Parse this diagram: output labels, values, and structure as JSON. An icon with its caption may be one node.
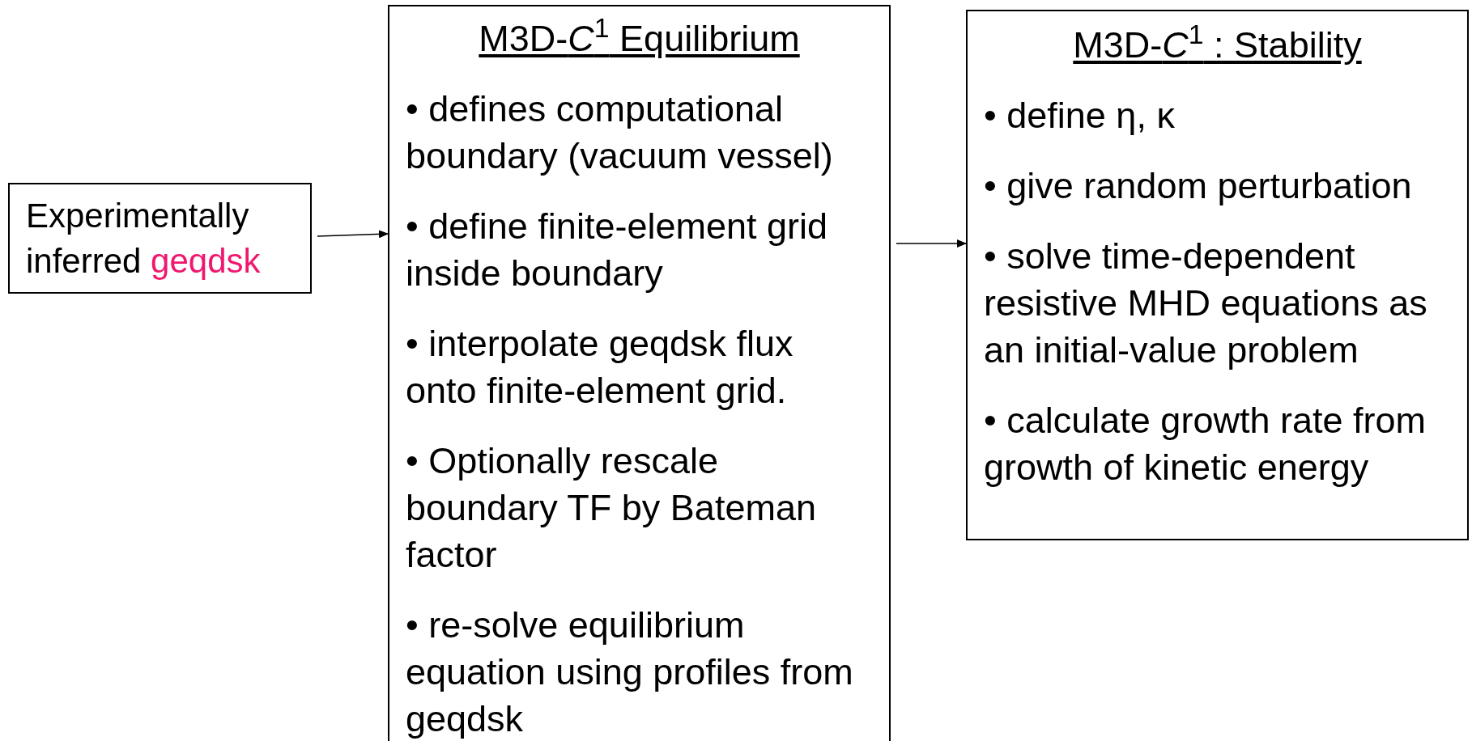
{
  "diagram": {
    "nodes": [
      {
        "text": [
          "Experimentally inferred",
          "geqdsk"
        ]
      },
      {
        "text": [
          "M3D-*C*$^{1}$ Equilibrium",
          "• defines computational boundary (vacuum vessel)",
          "• define finite-element grid inside boundary",
          "• interpolate geqdsk flux onto finite-element grid.",
          "• Optionally rescale boundary TF by Bateman factor",
          "• re-solve equilibrium equation using profiles from geqdsk"
        ]
      },
      {
        "text": [
          "M3D-*C*$^{1}$ : Stability",
          "• define η, κ",
          "• give random perturbation",
          "• solve time-dependent resistive MHD equations as an initial-value problem",
          "• calculate growth rate from growth of kinetic energy"
        ]
      }
    ],
    "edges": [
      {
        "from": 0,
        "to": 1,
        "arrow": "to"
      },
      {
        "from": 1,
        "to": 2,
        "arrow": "to"
      }
    ]
  }
}
